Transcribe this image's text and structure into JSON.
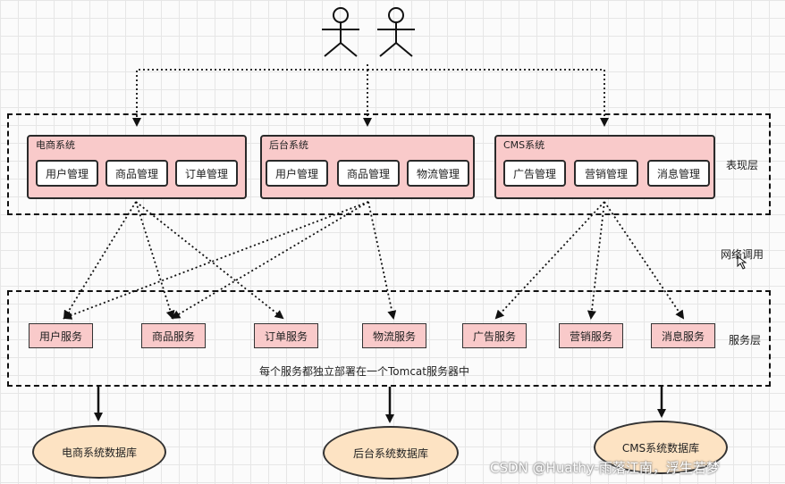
{
  "presentation_layer": {
    "label": "表现层",
    "systems": [
      {
        "title": "电商系统",
        "modules": [
          "用户管理",
          "商品管理",
          "订单管理"
        ]
      },
      {
        "title": "后台系统",
        "modules": [
          "用户管理",
          "商品管理",
          "物流管理"
        ]
      },
      {
        "title": "CMS系统",
        "modules": [
          "广告管理",
          "营销管理",
          "消息管理"
        ]
      }
    ]
  },
  "network_label": "网络调用",
  "service_layer": {
    "label": "服务层",
    "services": [
      "用户服务",
      "商品服务",
      "订单服务",
      "物流服务",
      "广告服务",
      "营销服务",
      "消息服务"
    ],
    "note": "每个服务都独立部署在一个Tomcat服务器中"
  },
  "databases": [
    "电商系统数据库",
    "后台系统数据库",
    "CMS系统数据库"
  ],
  "watermark": "CSDN @Huathy-雨落江南，浮生若梦"
}
